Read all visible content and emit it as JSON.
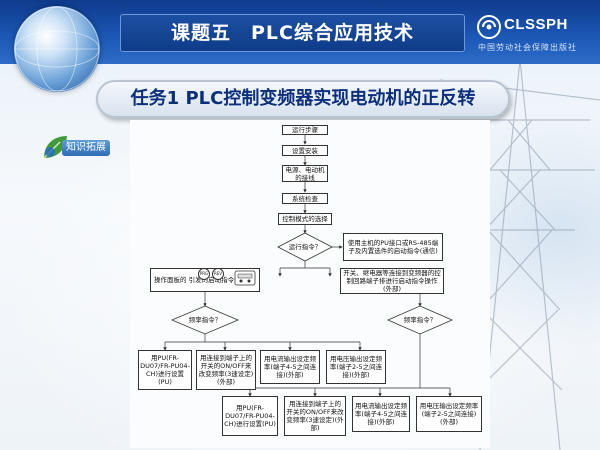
{
  "header": {
    "title": "课题五　PLC综合应用技术",
    "logo_text": "CLSSPH",
    "logo_subtitle": "中国劳动社会保障出版社"
  },
  "task_title": "任务1  PLC控制变频器实现电动机的正反转",
  "tag_label": "知识拓展",
  "flowchart": {
    "n_run_steps": "运行步骤",
    "n_install": "设置安装",
    "n_wiring": "电源、电动机的接线",
    "n_check": "系统检查",
    "n_mode": "控制模式的选择",
    "d_run_cmd": "运行指令？",
    "n_pu_comm": "使用主机的PU接口或RS-485端子及内置选件的启动指令(通信)",
    "n_panel": "操作面板的    引发的启动指令（PU）",
    "n_external": "开关、继电器等连接到变频器的控制回路端子排进行启动指令操作(外部)",
    "d_freq_left": "频率指令？",
    "d_freq_right": "频率指令？",
    "n_pu_set": "用PU(FR-DU07/FR-PU04-CH)进行设置(PU)",
    "n_switch_3speed": "用连接到端子上的开关的ON/OFF来改变频率(3速设定)(外部)",
    "n_current_45": "用电流输出设定频率(端子4-5之间连接)(外部)",
    "n_voltage_25": "用电压输出设定频率(端子2-5之间连接)(外部)",
    "n_pu_set_b": "用PU(FR-DU07/FR-PU04-CH)进行设置(PU)",
    "n_switch_3speed_b": "用连接到端子上的开关的ON/OFF来改变频率(3速设定)(外部)",
    "n_current_45_b": "用电流输出设定频率(端子4-5之间连接)(外部)",
    "n_voltage_25_b": "用电压输出设定频率(端子2-5之间连接)(外部)",
    "icon_prg": "PRG",
    "icon_rev": "REV"
  },
  "colors": {
    "header_blue": "#0f3b8c",
    "task_title_blue": "#0b2f7c",
    "tag_blue": "#2d6cb5"
  }
}
